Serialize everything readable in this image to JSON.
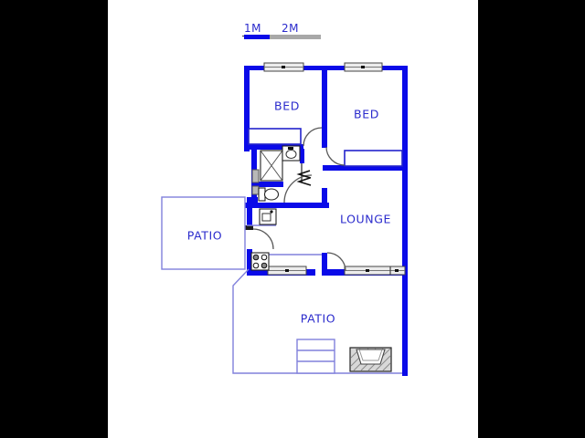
{
  "scale_bar": {
    "label_1m": "1M",
    "label_2m": "2M"
  },
  "rooms": {
    "bedroom_1": {
      "label": "BED"
    },
    "bedroom_2": {
      "label": "BED"
    },
    "lounge": {
      "label": "LOUNGE"
    },
    "patio_side": {
      "label": "PATIO"
    },
    "patio_back": {
      "label": "PATIO"
    }
  },
  "fixtures": {
    "icons": [
      "shower-icon",
      "basin-icon",
      "toilet-icon",
      "kitchen-sink-icon",
      "stove-icon",
      "braai-icon",
      "stairs-icon",
      "window-icon",
      "door-arc-icon",
      "wall-break-icon",
      "wardrobe-icon"
    ]
  },
  "colors": {
    "wall_blue": "#0A0AE8",
    "room_label_blue": "#2A2ACC",
    "thin_outline_violet": "#8080DC",
    "scale_gray": "#A8A8A8",
    "fixture_black": "#1A1A1A",
    "background_white": "#FFFFFF",
    "side_band_black": "#000000"
  }
}
